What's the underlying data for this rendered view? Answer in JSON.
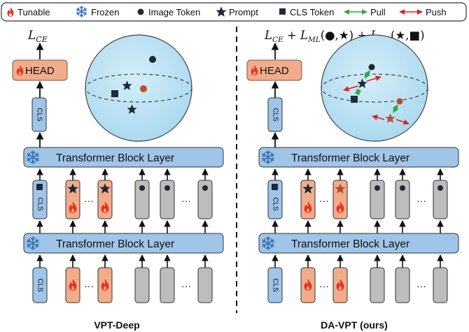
{
  "legend": {
    "tunable": "Tunable",
    "frozen": "Frozen",
    "image_token": "Image Token",
    "prompt": "Prompt",
    "cls_token": "CLS Token",
    "pull": "Pull",
    "push": "Push"
  },
  "left_panel": {
    "loss": "L",
    "loss_sub": "CE",
    "head": "HEAD",
    "cls": "CLS",
    "block_top": "Transformer Block Layer",
    "block_bottom": "Transformer Block Layer",
    "ellipsis": "···",
    "caption": "VPT-Deep"
  },
  "right_panel": {
    "loss_prefix": "L",
    "loss_prefix_sub": "CE",
    "plus1": " + ",
    "ml1": "L",
    "ml1_sub": "ML",
    "ml1_args": "(●,★)",
    "plus2": " + ",
    "ml2": "L",
    "ml2_sub": "ML",
    "ml2_args": "(★,■)",
    "head": "HEAD",
    "cls": "CLS",
    "block_top": "Transformer Block Layer",
    "block_bottom": "Transformer Block Layer",
    "ellipsis": "···",
    "caption": "DA-VPT (ours)"
  },
  "colors": {
    "tunable_fill": "#f1ad8b",
    "frozen_fill": "#bdbdbd",
    "cls_fill": "#9fc5e8",
    "block_fill": "#9fc5e8",
    "sphere_fill": "#bde3f3",
    "flame": "#e8321e",
    "pull": "#2eaa3b",
    "push": "#e02020",
    "image_token_brown": "#b5502a",
    "dark": "#1e2a3a"
  }
}
